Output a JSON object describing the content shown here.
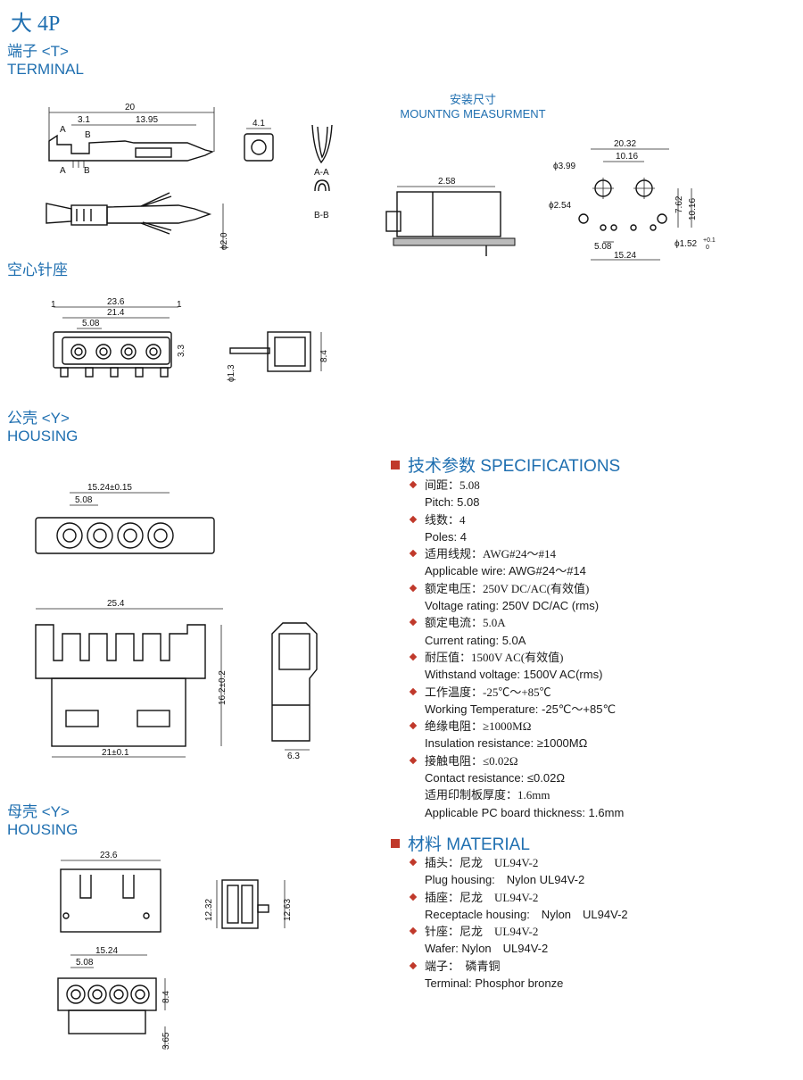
{
  "page": {
    "title": "大 4P"
  },
  "sections": {
    "terminal": {
      "cn": "端子 <T>",
      "en": "TERMINAL"
    },
    "wafer": {
      "cn": "空心针座"
    },
    "male_housing": {
      "cn": "公壳 <Y>",
      "en": "HOUSING"
    },
    "female_housing": {
      "cn": "母壳 <Y>",
      "en": "HOUSING"
    }
  },
  "mounting": {
    "cn": "安装尺寸",
    "en": "MOUNTNG MEASURMENT"
  },
  "dims": {
    "terminal": {
      "total": "20",
      "a_gap": "3.1",
      "body": "13.95",
      "label_a": "A",
      "label_b": "B",
      "tick_a": "A",
      "tick_b": "B",
      "width": "4.1",
      "section_aa": "A-A",
      "section_bb": "B-B",
      "dia": "ϕ2.0"
    },
    "mount": {
      "span_top": "20.32",
      "pitch_top": "10.16",
      "hole_big": "ϕ3.99",
      "hole_small": "ϕ2.54",
      "h1": "7.62",
      "h2": "10.16",
      "pitch_bottom": "5.08",
      "span_bottom": "15.24",
      "hole_pin": "ϕ1.52",
      "tol_plus": "+0.1",
      "tol_zero": "0",
      "side": "2.58"
    },
    "wafer": {
      "overall": "23.6",
      "inner": "21.4",
      "pitch": "5.08",
      "edge_l": "1",
      "edge_r": "1",
      "h": "3.3",
      "pin": "ϕ1.3",
      "height": "8.4"
    },
    "male": {
      "span": "15.24±0.15",
      "pitch": "5.08",
      "width": "25.4",
      "base": "21±0.1",
      "height": "16.2±0.2",
      "depth": "6.3"
    },
    "female": {
      "width": "23.6",
      "h_left": "12.32",
      "h_right": "12.63",
      "span": "15.24",
      "pitch": "5.08",
      "height": "8.4",
      "pin": "3.65"
    }
  },
  "specs": {
    "heading": "技术参数 SPECIFICATIONS",
    "items": [
      {
        "cn": "间距：5.08",
        "en": "Pitch: 5.08"
      },
      {
        "cn": "线数：4",
        "en": "Poles: 4"
      },
      {
        "cn": "适用线规：AWG#24～#14",
        "en": "Applicable wire: AWG#24～#14"
      },
      {
        "cn": "额定电压：250V DC/AC(有效值)",
        "en": "Voltage rating: 250V DC/AC (rms)"
      },
      {
        "cn": "额定电流：5.0A",
        "en": "Current rating: 5.0A"
      },
      {
        "cn": "耐压值：1500V AC(有效值)",
        "en": "Withstand voltage: 1500V AC(rms)"
      },
      {
        "cn": "工作温度：-25℃～+85℃",
        "en": "Working Temperature: -25℃～+85℃"
      },
      {
        "cn": "绝缘电阻：≥1000MΩ",
        "en": "Insulation resistance: ≥1000MΩ"
      },
      {
        "cn": "接触电阻：≤0.02Ω",
        "en": "Contact resistance: ≤0.02Ω",
        "cn2": "适用印制板厚度：1.6mm",
        "en2": "Applicable PC board thickness: 1.6mm"
      }
    ]
  },
  "material": {
    "heading": "材料 MATERIAL",
    "items": [
      {
        "cn": "插头：尼龙　UL94V-2",
        "en": "Plug housing:　Nylon  UL94V-2"
      },
      {
        "cn": "插座：尼龙　UL94V-2",
        "en": "Receptacle housing:　Nylon　UL94V-2"
      },
      {
        "cn": "针座：尼龙　UL94V-2",
        "en": "Wafer:  Nylon　UL94V-2"
      },
      {
        "cn": "端子：　磷青铜",
        "en": "Terminal:  Phosphor bronze"
      }
    ]
  },
  "colors": {
    "accent_blue": "#1f6fb0",
    "bullet_red": "#c0392b"
  }
}
